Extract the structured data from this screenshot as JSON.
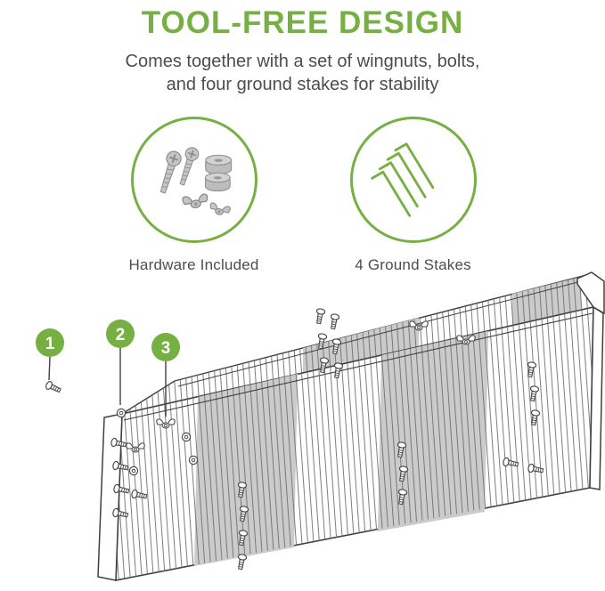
{
  "colors": {
    "accent": "#76b043",
    "body_text": "#4d4d4d",
    "outline": "#3f3f3f",
    "panel_gray": "#cbcbcb",
    "hardware_gray": "#c6c6c6"
  },
  "header": {
    "title": "TOOL-FREE DESIGN",
    "subtitle_line1": "Comes together with a set of wingnuts, bolts,",
    "subtitle_line2": "and four ground stakes for stability"
  },
  "features": [
    {
      "icon": "hardware-icon",
      "caption": "Hardware Included"
    },
    {
      "icon": "ground-stakes-icon",
      "caption": "4 Ground Stakes"
    }
  ],
  "callouts": [
    {
      "number": "1"
    },
    {
      "number": "2"
    },
    {
      "number": "3"
    }
  ]
}
